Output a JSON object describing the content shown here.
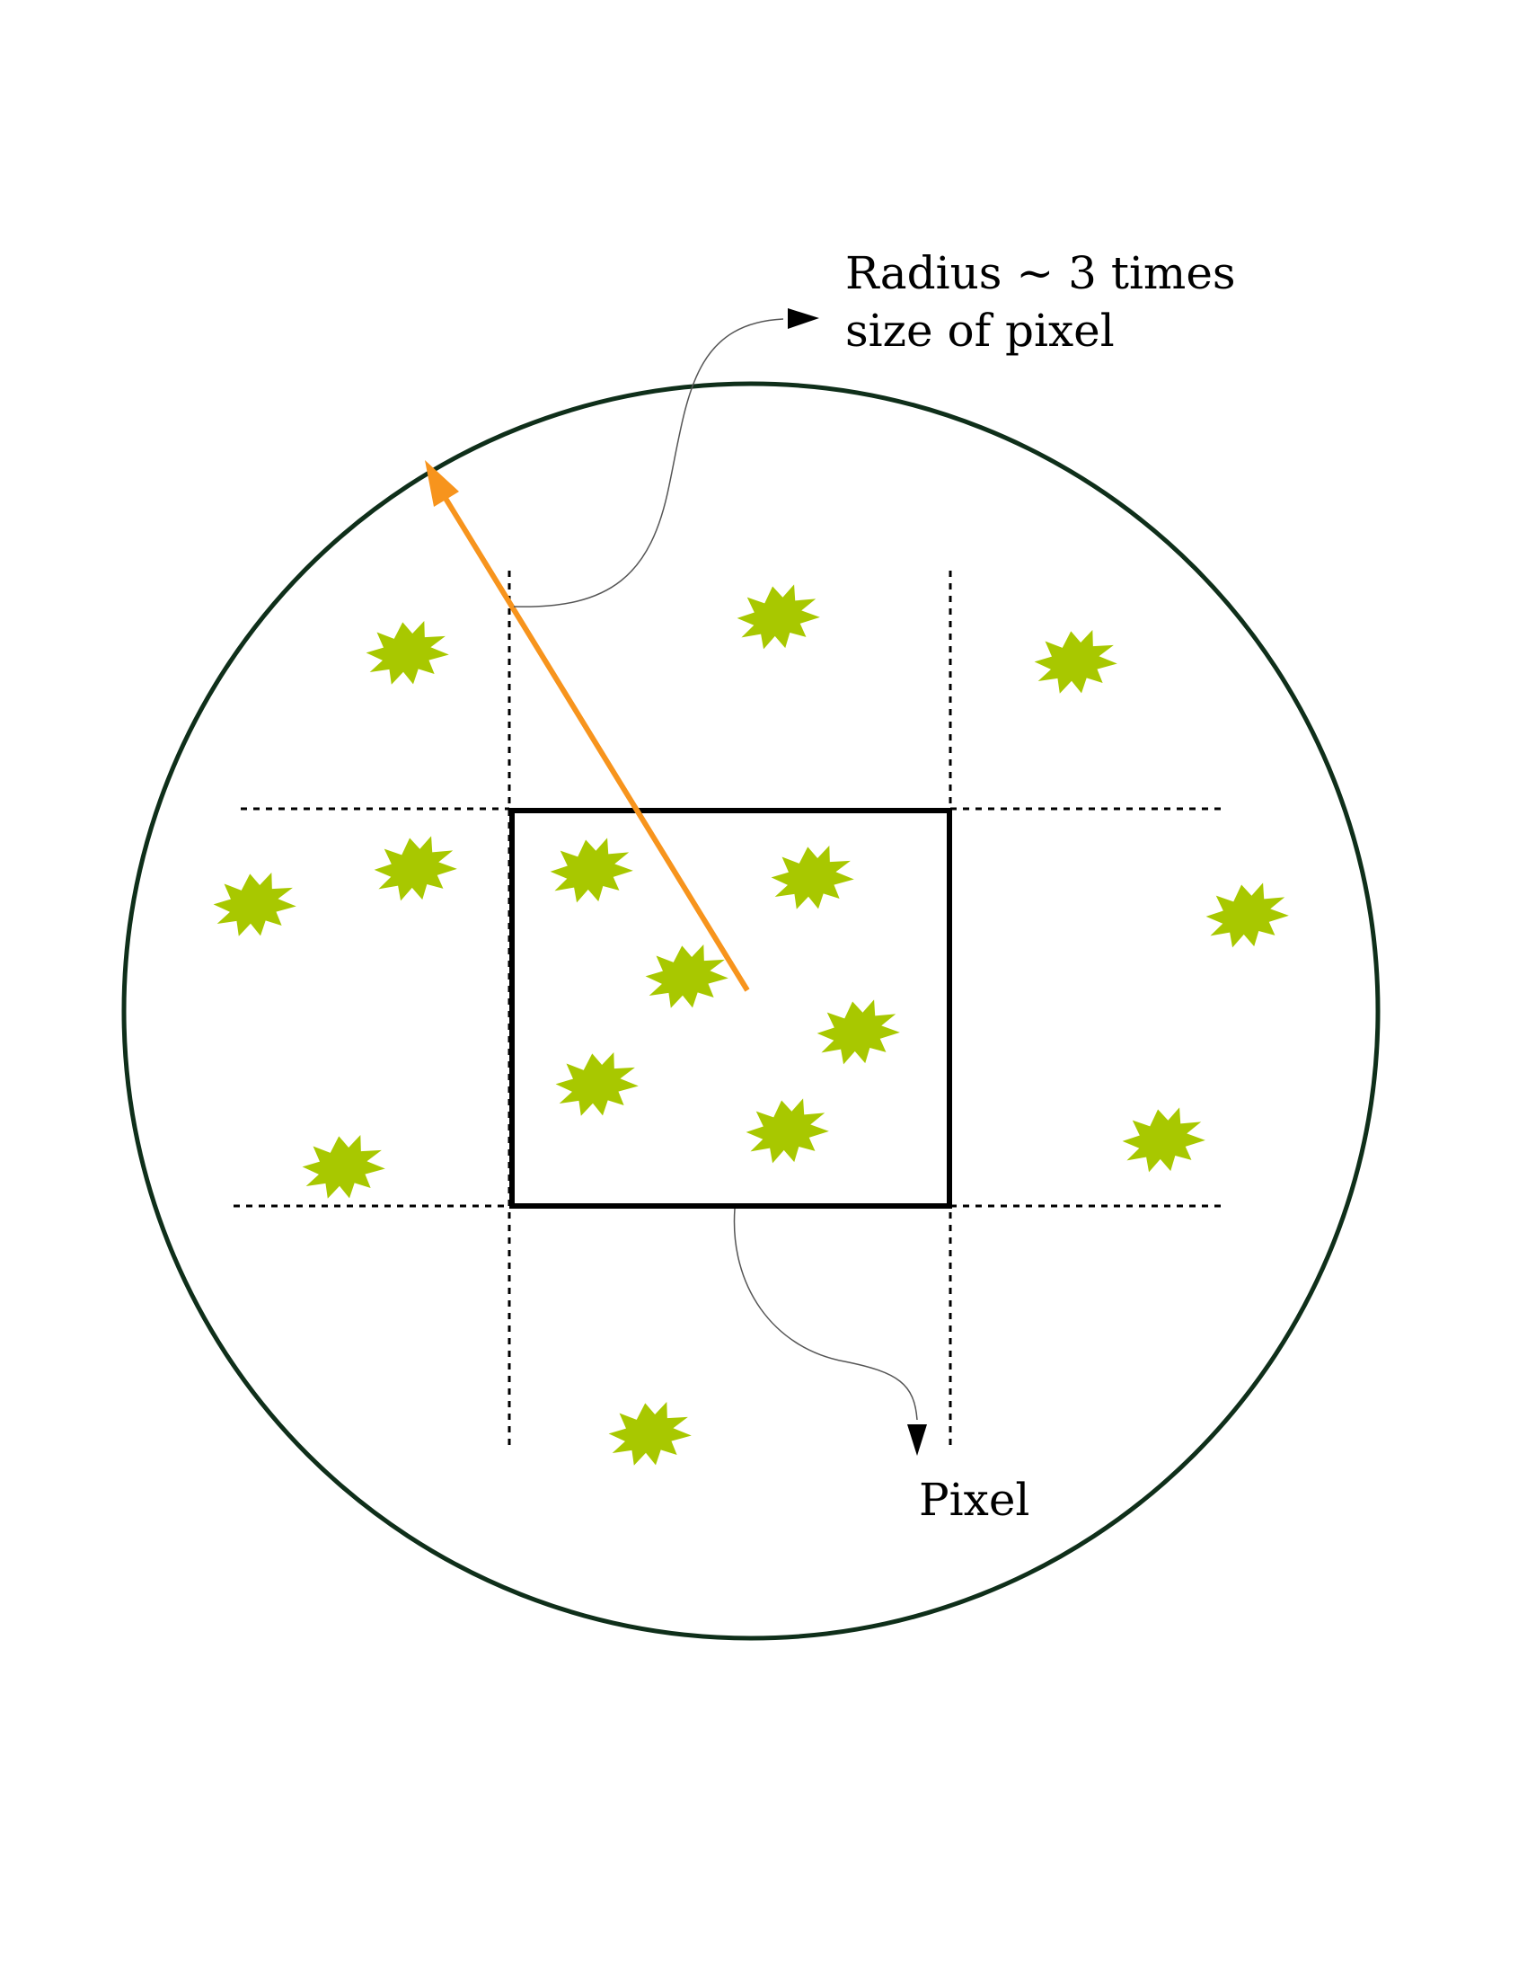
{
  "labels": {
    "radius_line1": "Radius ~ 3 times",
    "radius_line2": "size of pixel",
    "pixel": "Pixel"
  },
  "colors": {
    "circle": "#0f2f1a",
    "radius_arrow": "#f7941d",
    "particle": "#a8c800",
    "pixel_box": "#000000",
    "grid": "#000000",
    "leader": "#555555",
    "background": "#ffffff"
  },
  "icons": {
    "particle": "green-starburst-icon",
    "arrowhead": "triangle-arrowhead-icon"
  }
}
